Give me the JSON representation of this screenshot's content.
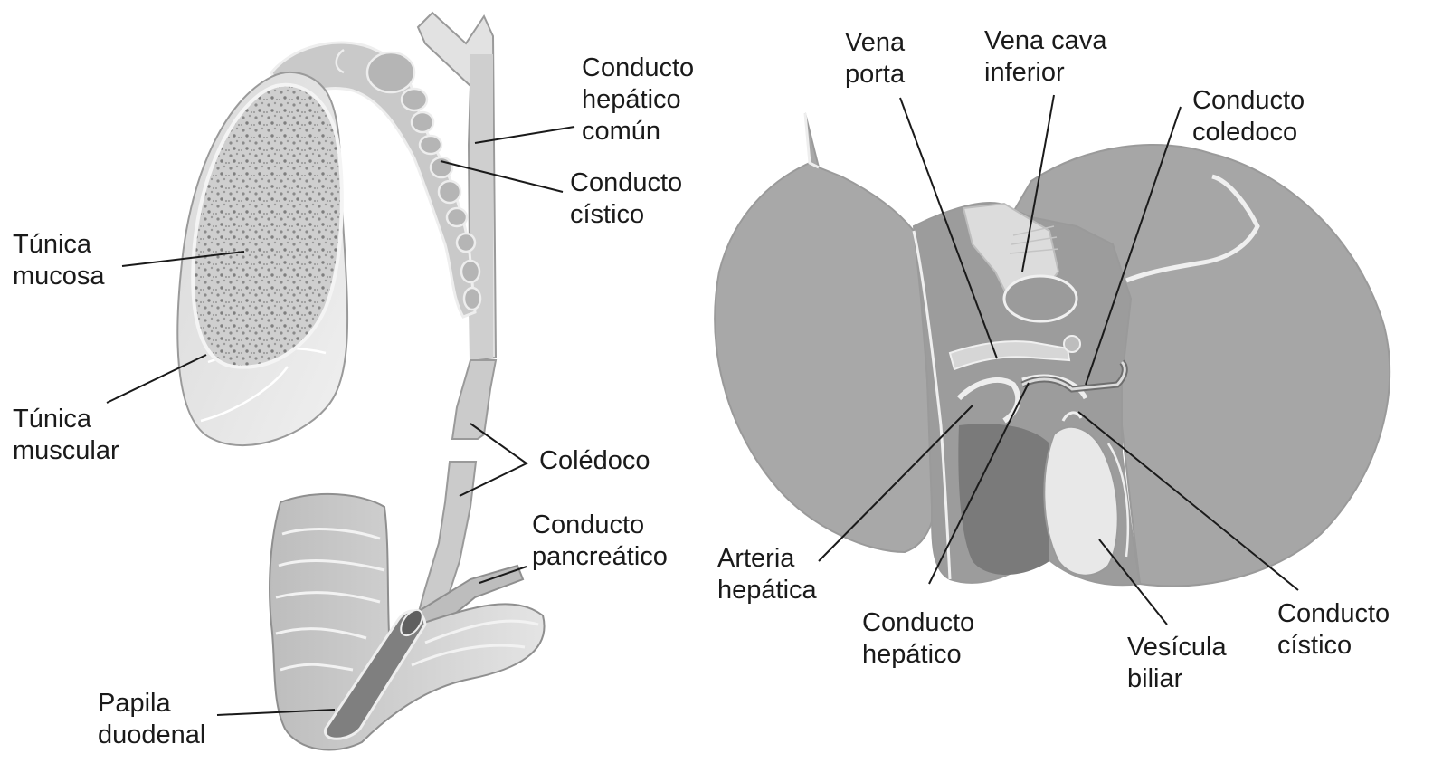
{
  "colors": {
    "background": "#ffffff",
    "tissue_light": "#e6e6e6",
    "tissue_mid": "#c4c4c4",
    "tissue_dark": "#8e8e8e",
    "liver": "#a9a9a9",
    "outline": "#f4f4f4",
    "leader_line": "#1a1a1a"
  },
  "labels": {
    "conducto_hepatico_comun": [
      "Conducto",
      "hepático",
      "común"
    ],
    "conducto_cistico_left": [
      "Conducto",
      "cístico"
    ],
    "tunica_mucosa": [
      "Túnica",
      "mucosa"
    ],
    "tunica_muscular": [
      "Túnica",
      "muscular"
    ],
    "coledoco_left": [
      "Colédoco"
    ],
    "conducto_pancreatico": [
      "Conducto",
      "pancreático"
    ],
    "papila_duodenal": [
      "Papila",
      "duodenal"
    ],
    "vena_porta": [
      "Vena",
      "porta"
    ],
    "vena_cava_inferior": [
      "Vena cava",
      "inferior"
    ],
    "conducto_coledoco_right": [
      "Conducto",
      "coledoco"
    ],
    "arteria_hepatica": [
      "Arteria",
      "hepática"
    ],
    "conducto_hepatico": [
      "Conducto",
      "hepático"
    ],
    "vesicula_biliar": [
      "Vesícula",
      "biliar"
    ],
    "conducto_cistico_right": [
      "Conducto",
      "cístico"
    ]
  }
}
